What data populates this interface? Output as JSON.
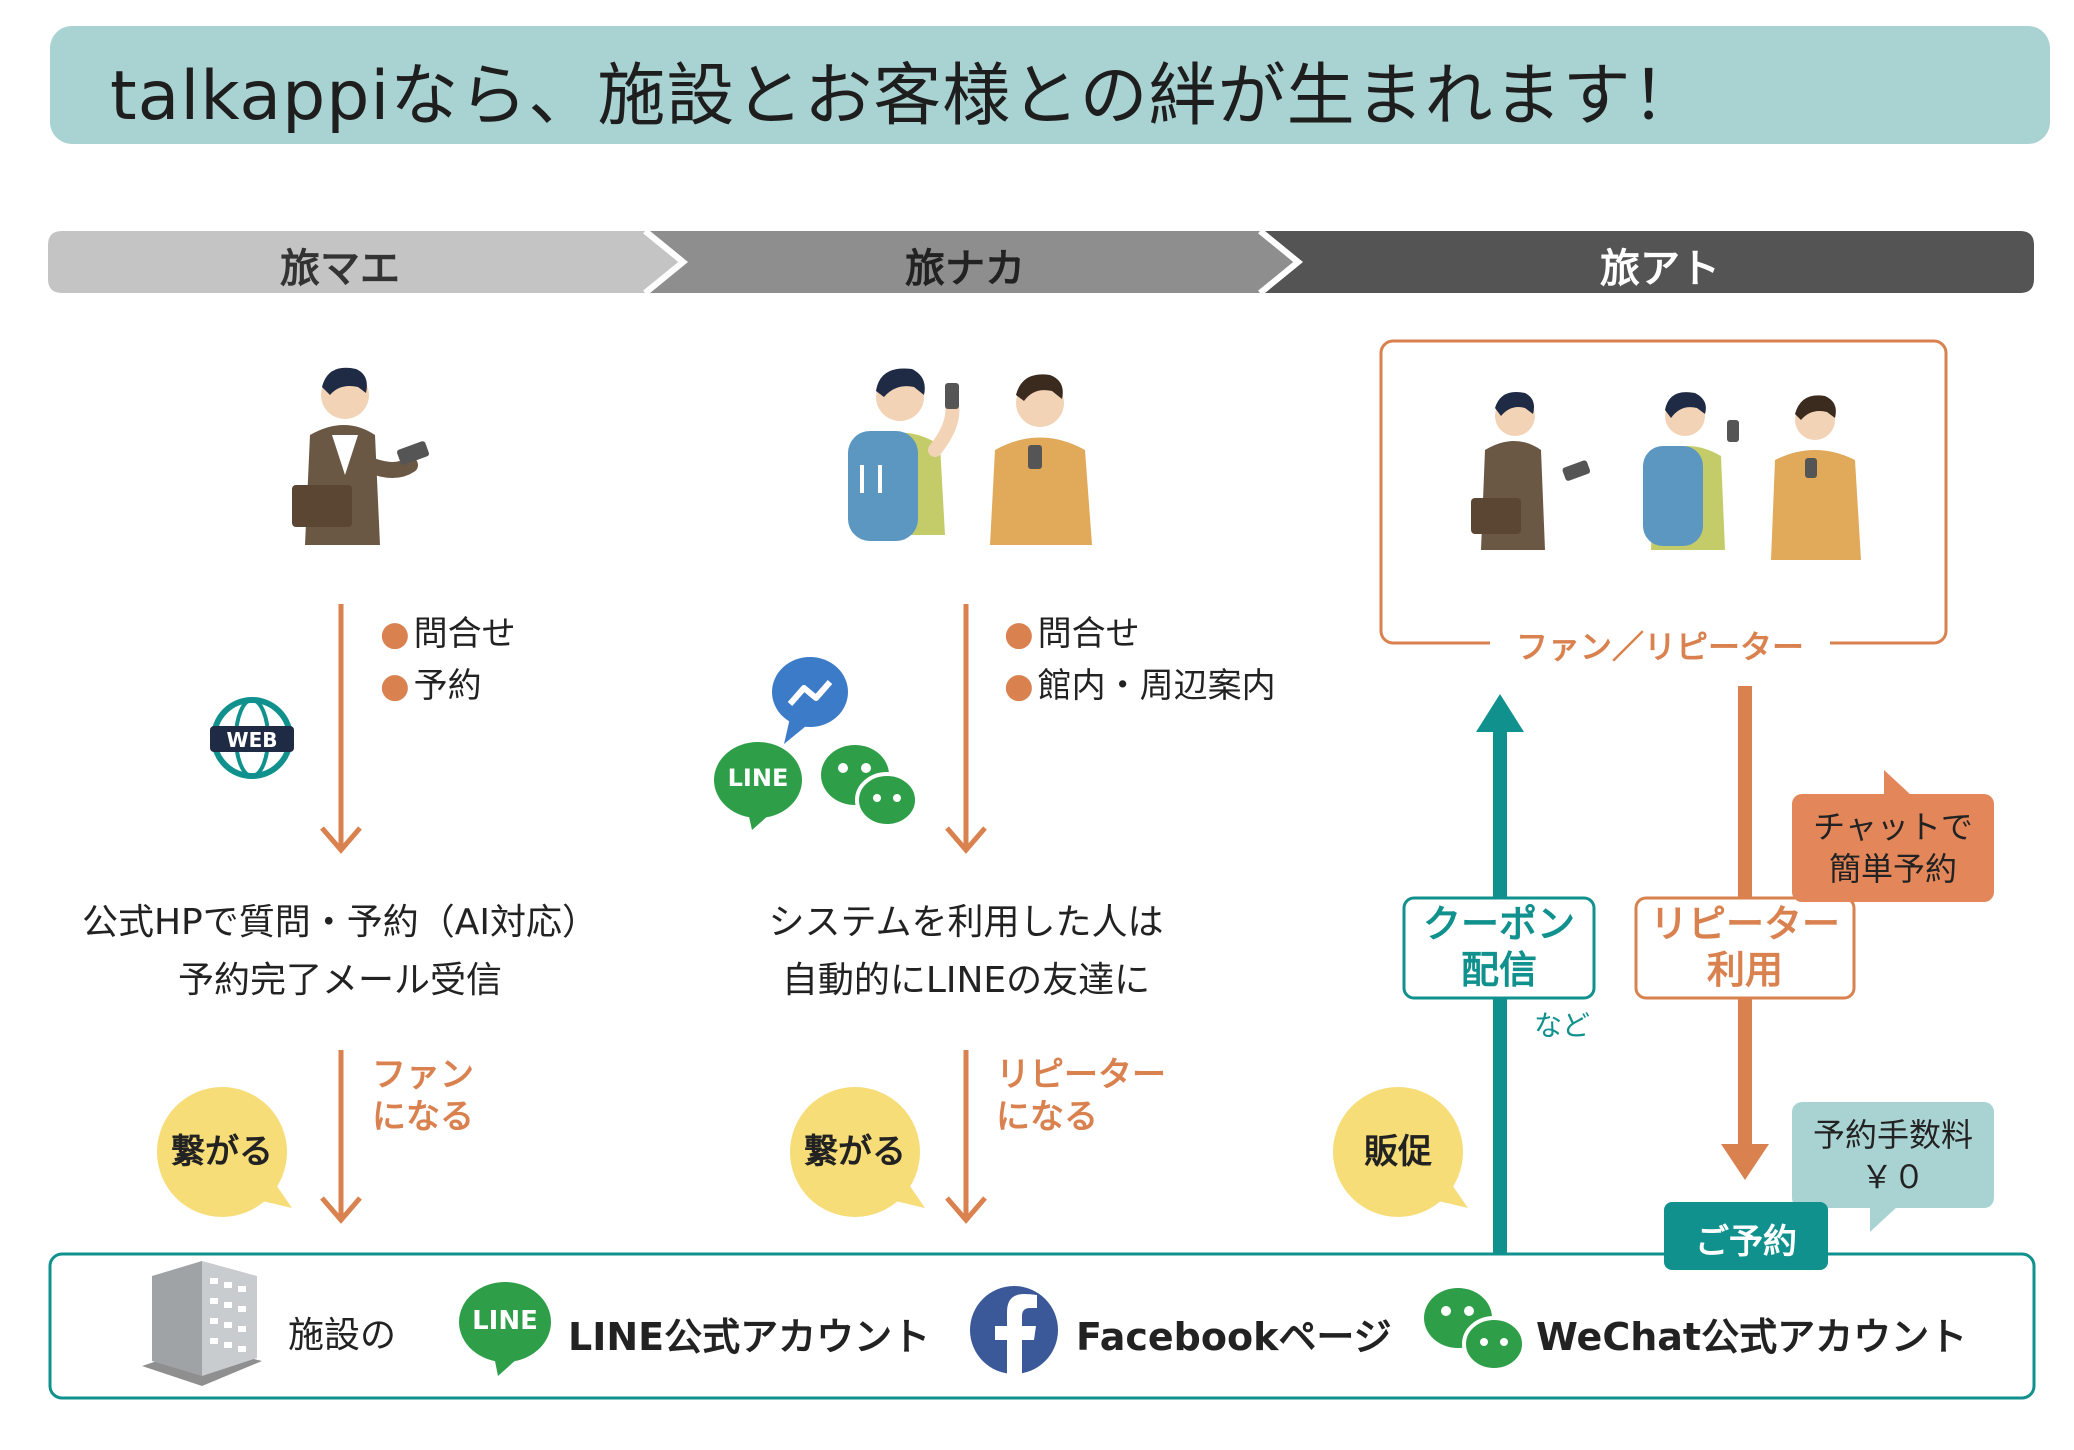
{
  "title": "talkappiなら、施設とお客様との絆が生まれます！",
  "phases": [
    "旅マエ",
    "旅ナカ",
    "旅アト"
  ],
  "before": {
    "bullets": [
      "問合せ",
      "予約"
    ],
    "web_badge": "WEB",
    "desc": [
      "公式HPで質問・予約（AI対応）",
      "予約完了メール受信"
    ],
    "bubble": "繋がる",
    "result": [
      "ファン",
      "になる"
    ]
  },
  "during": {
    "bullets": [
      "問合せ",
      "館内・周辺案内"
    ],
    "line_badge": "LINE",
    "desc": [
      "システムを利用した人は",
      "自動的にLINEの友達に"
    ],
    "bubble": "繋がる",
    "result": [
      "リピーター",
      "になる"
    ]
  },
  "after": {
    "fan_label": "ファン／リピーター",
    "coupon": [
      "クーポン",
      "配信"
    ],
    "etc": "など",
    "repeater": [
      "リピーター",
      "利用"
    ],
    "chat": [
      "チャットで",
      "簡単予約"
    ],
    "fee": [
      "予約手数料",
      "￥０"
    ],
    "reserve": "ご予約",
    "bubble": "販促"
  },
  "bottom": {
    "facility": "施設の",
    "line_badge": "LINE",
    "line_account": "LINE公式アカウント",
    "facebook_page": "Facebookページ",
    "wechat_account": "WeChat公式アカウント"
  },
  "colors": {
    "title_bg": "#a9d3d2",
    "phase1": "#c4c4c4",
    "phase2": "#8e8e8e",
    "phase3": "#545454",
    "orange": "#d9824f",
    "teal": "#11918d",
    "yellow": "#f6dd78",
    "line_green": "#2e9e48",
    "facebook_blue": "#3b5998",
    "messenger_blue": "#3b7bc8"
  }
}
